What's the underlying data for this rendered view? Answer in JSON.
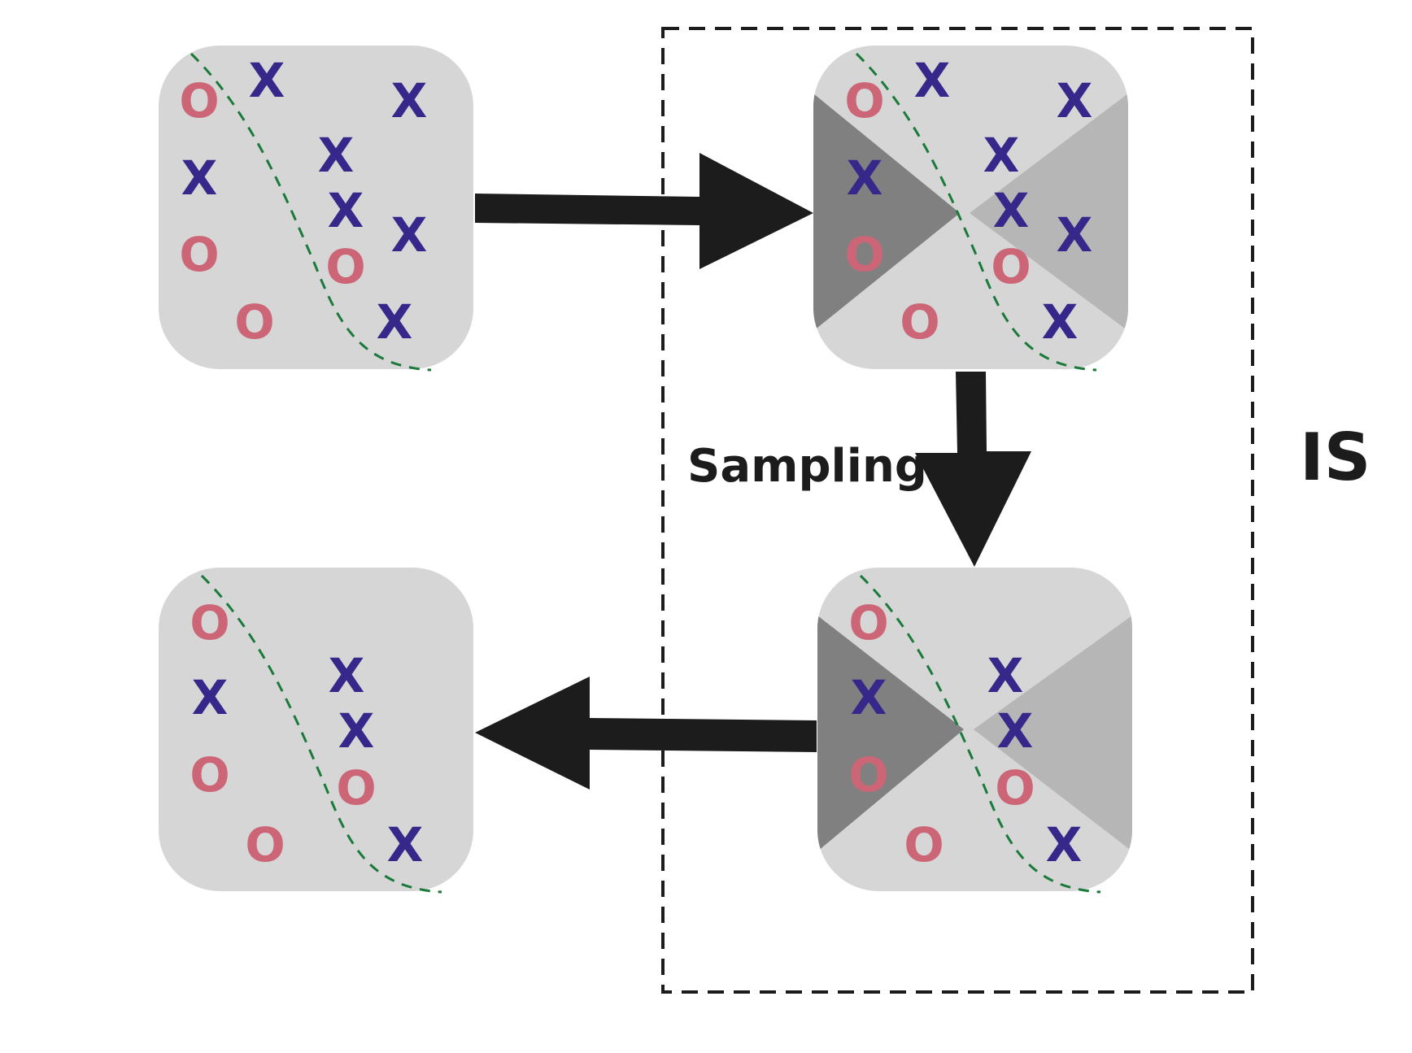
{
  "colors": {
    "panel": "#d6d6d6",
    "wedge_dark": "#808080",
    "wedge_light": "#b6b6b6",
    "x_marker": "#35288a",
    "o_marker": "#cc6677",
    "boundary": "#1a7a3a",
    "arrow": "#1c1c1c",
    "group_border": "#1c1c1c"
  },
  "labels": {
    "sampling": "Sampling",
    "group": "IS"
  },
  "marker_glyphs": {
    "x": "X",
    "o": "O"
  },
  "panels": [
    {
      "id": "top-left",
      "shaded": false,
      "markers": [
        "o",
        "x",
        "x",
        "x",
        "x",
        "x",
        "x",
        "o",
        "o",
        "o",
        "x"
      ]
    },
    {
      "id": "top-right",
      "shaded": true,
      "markers": [
        "o",
        "x",
        "x",
        "x",
        "x",
        "x",
        "x",
        "o",
        "o",
        "o",
        "x"
      ]
    },
    {
      "id": "bottom-right",
      "shaded": true,
      "markers": [
        "o",
        "x",
        "x",
        "x",
        "o",
        "o",
        "o",
        "x"
      ]
    },
    {
      "id": "bottom-left",
      "shaded": false,
      "markers": [
        "o",
        "x",
        "x",
        "x",
        "o",
        "o",
        "o",
        "x"
      ]
    }
  ]
}
